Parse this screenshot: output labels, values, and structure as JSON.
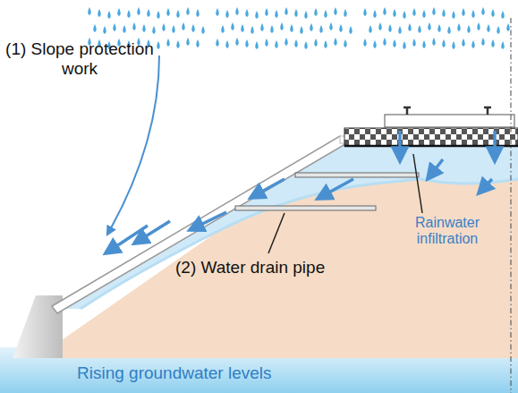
{
  "diagram": {
    "labels": [
      "(1) Slope protection work",
      "(2) Water drain pipe",
      "Rainwater infiltration",
      "Rising groundwater levels"
    ]
  }
}
